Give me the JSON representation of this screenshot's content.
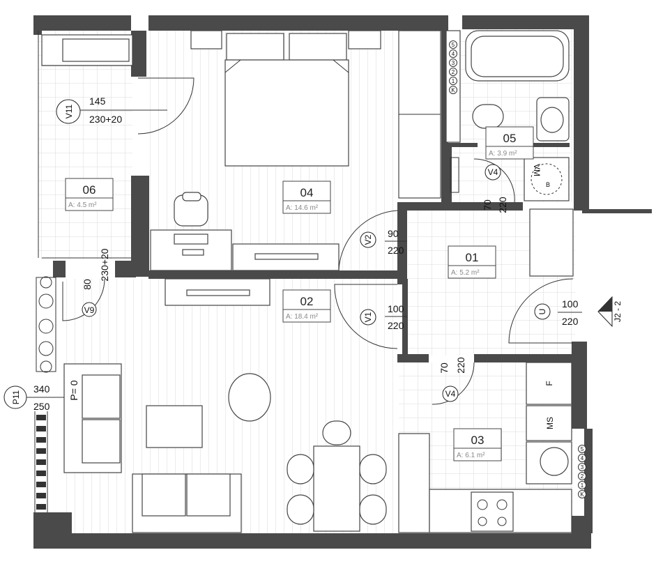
{
  "rooms": [
    {
      "code": "01",
      "area": "A: 5.2 m²"
    },
    {
      "code": "02",
      "area": "A: 18.4 m²"
    },
    {
      "code": "03",
      "area": "A: 6.1 m²"
    },
    {
      "code": "04",
      "area": "A: 14.6 m²"
    },
    {
      "code": "05",
      "area": "A: 3.9 m²"
    },
    {
      "code": "06",
      "area": "A: 4.5 m²"
    }
  ],
  "windows": [
    {
      "tag": "V11",
      "w": "145",
      "h": "230+20"
    },
    {
      "tag": "V9",
      "w": "80",
      "h": "230+20"
    },
    {
      "tag": "P11",
      "w": "340",
      "h": "250"
    }
  ],
  "doors": [
    {
      "tag": "V2",
      "w": "90",
      "h": "220"
    },
    {
      "tag": "V1",
      "w": "100",
      "h": "220"
    },
    {
      "tag": "U",
      "w": "100",
      "h": "220"
    },
    {
      "tag": "V4",
      "w": "70",
      "h": "220",
      "where": "bathroom"
    },
    {
      "tag": "V4",
      "w": "70",
      "h": "220",
      "where": "kitchen"
    }
  ],
  "labels": {
    "p0": "P= 0",
    "vm": "VM",
    "b": "B",
    "f": "F",
    "ms": "MS",
    "section": "J2 - 2"
  },
  "shaft_numbers": [
    "5",
    "4",
    "3",
    "2",
    "1",
    "K"
  ]
}
